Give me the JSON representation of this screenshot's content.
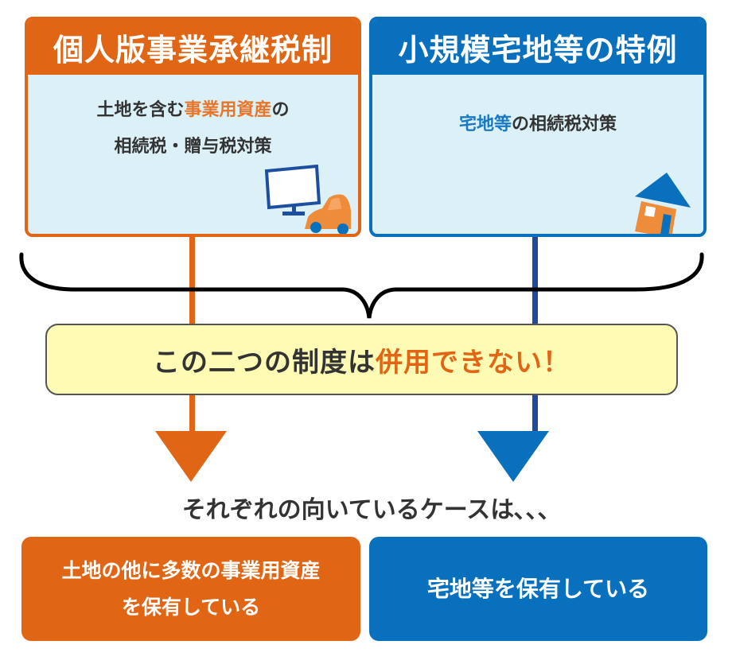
{
  "colors": {
    "orange": "#e06615",
    "orange_light": "#e8762a",
    "blue": "#0870bd",
    "navy": "#1f4b99",
    "card_bg": "#dbf0f7",
    "notice_bg": "#fefcb4",
    "text": "#333333"
  },
  "left_card": {
    "title": "個人版事業承継税制",
    "line1_pre": "土地を含む",
    "line1_highlight": "事業用資産",
    "line1_post": "の",
    "line2": "相続税・贈与税対策",
    "icons": [
      "monitor-icon",
      "car-icon"
    ]
  },
  "right_card": {
    "title": "小規模宅地等の特例",
    "line1_highlight": "宅地等",
    "line1_post": "の相続税対策",
    "icons": [
      "house-icon"
    ]
  },
  "notice": {
    "text_pre": "この二つの制度は",
    "text_highlight": "併用できない！"
  },
  "subtitle": "それぞれの向いているケースは､､､",
  "results": {
    "left_line1": "土地の他に多数の事業用資産",
    "left_line2": "を保有している",
    "right": "宅地等を保有している"
  }
}
